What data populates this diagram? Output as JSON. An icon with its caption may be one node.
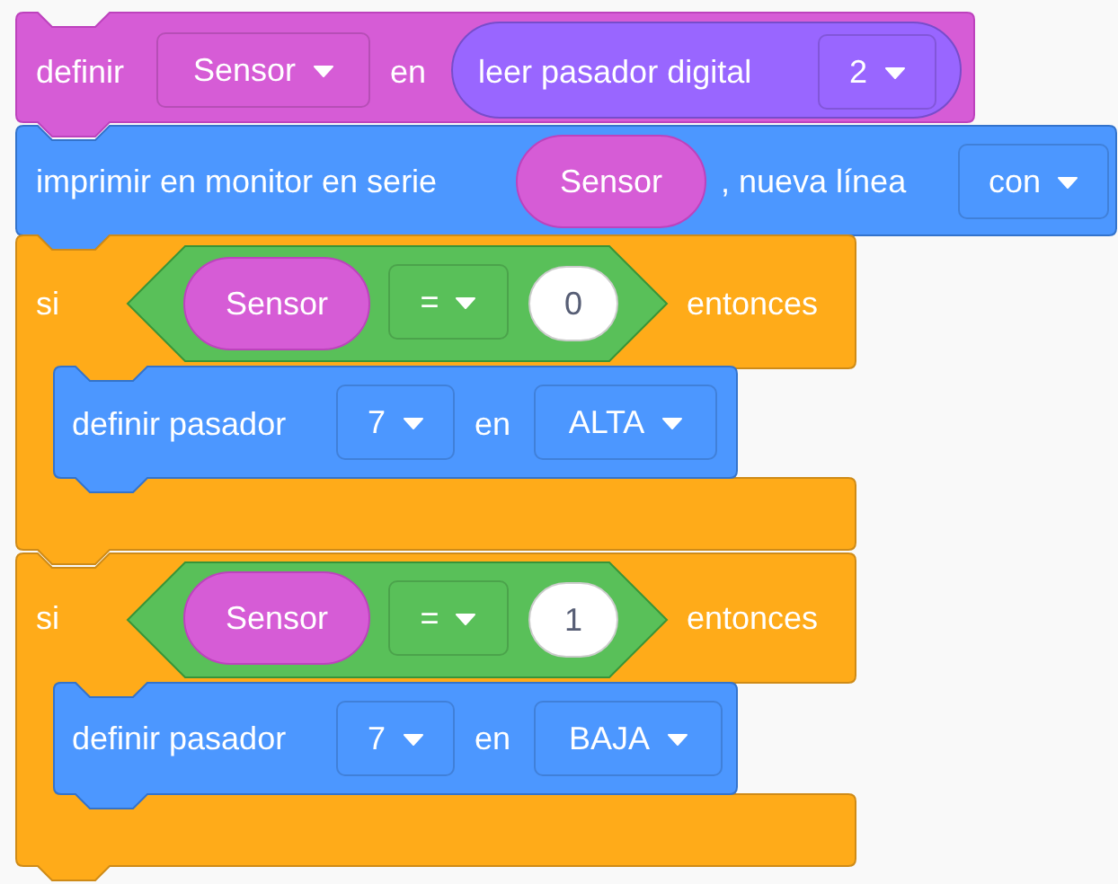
{
  "diagram": {
    "nodes": [
      {
        "text": [
          "definir",
          "en"
        ]
      },
      {
        "text": [
          "Sensor"
        ],
        "in": 0
      },
      {
        "text": [
          "leer pasador digital"
        ],
        "in": 0
      },
      {
        "text": [
          "2"
        ],
        "in": 2
      },
      {
        "text": [
          "imprimir en monitor en serie",
          ", nueva línea"
        ]
      },
      {
        "text": [
          "Sensor"
        ],
        "in": 4
      },
      {
        "text": [
          "con"
        ],
        "in": 4
      },
      {
        "text": [
          "si",
          "entonces"
        ]
      },
      {
        "text": [],
        "shape": "hexagon",
        "in": 7
      },
      {
        "text": [
          "Sensor"
        ],
        "in": 8
      },
      {
        "text": [
          "="
        ],
        "in": 8
      },
      {
        "text": [
          "0"
        ],
        "in": 8
      },
      {
        "text": [
          "definir pasador",
          "en"
        ],
        "in": 7
      },
      {
        "text": [
          "7"
        ],
        "in": 12
      },
      {
        "text": [
          "ALTA"
        ],
        "in": 12
      },
      {
        "text": [
          "si",
          "entonces"
        ]
      },
      {
        "text": [],
        "shape": "hexagon",
        "in": 15
      },
      {
        "text": [
          "Sensor"
        ],
        "in": 16
      },
      {
        "text": [
          "="
        ],
        "in": 16
      },
      {
        "text": [
          "1"
        ],
        "in": 16
      },
      {
        "text": [
          "definir pasador",
          "en"
        ],
        "in": 15
      },
      {
        "text": [
          "7"
        ],
        "in": 20
      },
      {
        "text": [
          "BAJA"
        ],
        "in": 20
      }
    ]
  }
}
